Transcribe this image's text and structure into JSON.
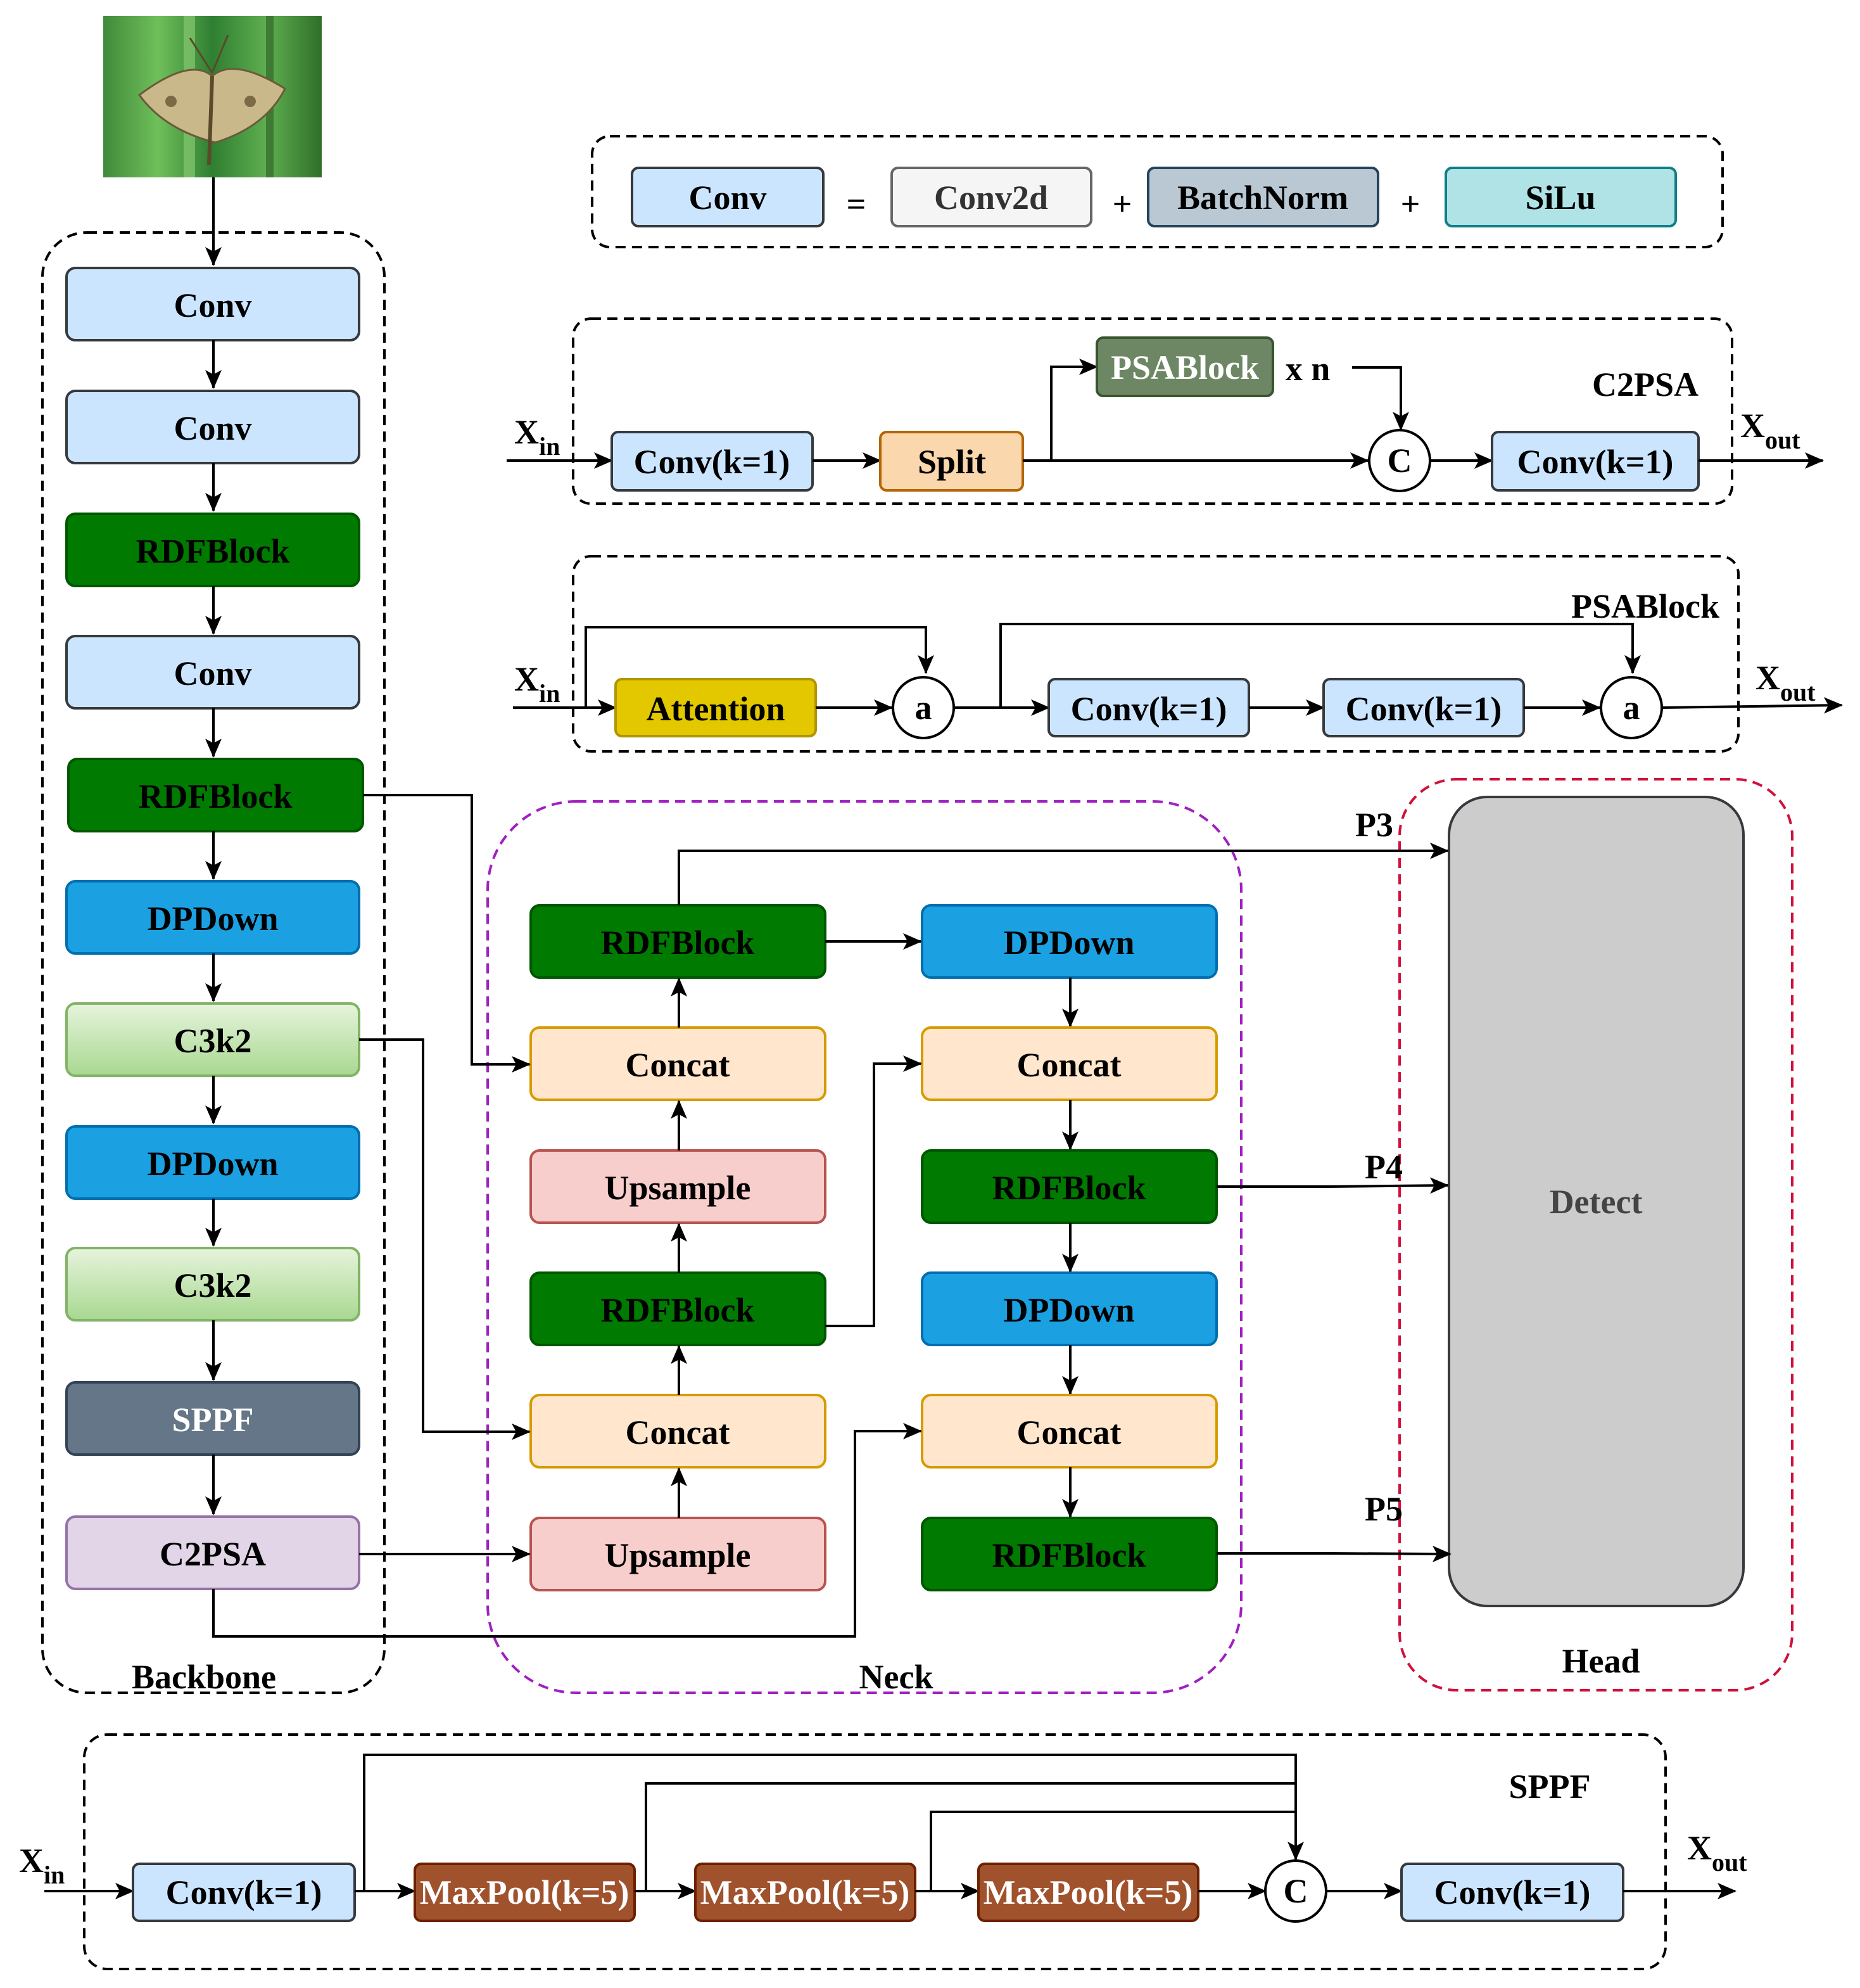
{
  "legend": {
    "conv": "Conv",
    "eq": "=",
    "conv2d": "Conv2d",
    "plus1": "+",
    "batchnorm": "BatchNorm",
    "plus2": "+",
    "silu": "SiLu"
  },
  "backbone": {
    "title": "Backbone",
    "blocks": [
      "Conv",
      "Conv",
      "RDFBlock",
      "Conv",
      "RDFBlock",
      "DPDown",
      "C3k2",
      "DPDown",
      "C3k2",
      "SPPF",
      "C2PSA"
    ]
  },
  "neck": {
    "title": "Neck",
    "left_column": [
      "RDFBlock",
      "Concat",
      "Upsample",
      "RDFBlock",
      "Concat",
      "Upsample"
    ],
    "right_column": [
      "DPDown",
      "Concat",
      "RDFBlock",
      "DPDown",
      "Concat",
      "RDFBlock"
    ]
  },
  "head": {
    "title": "Head",
    "detect": "Detect",
    "p3": "P3",
    "p4": "P4",
    "p5": "P5"
  },
  "c2psa": {
    "title": "C2PSA",
    "xin": "X",
    "xin_sub": "in",
    "conv_in": "Conv(k=1)",
    "split": "Split",
    "psablock": "PSABlock",
    "repeat": "x n",
    "concat": "C",
    "conv_out": "Conv(k=1)",
    "xout": "X",
    "xout_sub": "out"
  },
  "psablock": {
    "title": "PSABlock",
    "xin": "X",
    "xin_sub": "in",
    "attention": "Attention",
    "add1": "a",
    "conv1": "Conv(k=1)",
    "conv2": "Conv(k=1)",
    "add2": "a",
    "xout": "X",
    "xout_sub": "out"
  },
  "sppf": {
    "title": "SPPF",
    "xin": "X",
    "xin_sub": "in",
    "conv_in": "Conv(k=1)",
    "maxpool1": "MaxPool(k=5)",
    "maxpool2": "MaxPool(k=5)",
    "maxpool3": "MaxPool(k=5)",
    "concat": "C",
    "conv_out": "Conv(k=1)",
    "xout": "X",
    "xout_sub": "out"
  },
  "colors": {
    "conv": "#cce5ff",
    "rdfblock": "#007a00",
    "dpdown": "#1ba1e2",
    "c3k2": "#b9e0a5",
    "sppf": "#647687",
    "c2psa": "#e1d5e7",
    "concat": "#ffe6cc",
    "upsample": "#f8cecc",
    "split": "#fad7ac",
    "psablock": "#6d8764",
    "attention": "#e3c800",
    "maxpool": "#a0522d",
    "conv2d": "#f5f5f5",
    "batchnorm": "#bac8d3",
    "silu": "#b0e3e6",
    "detect": "#cccccc",
    "neck_border": "#a020c0",
    "head_border": "#d0103a"
  },
  "input_image": "moth on green leaf"
}
